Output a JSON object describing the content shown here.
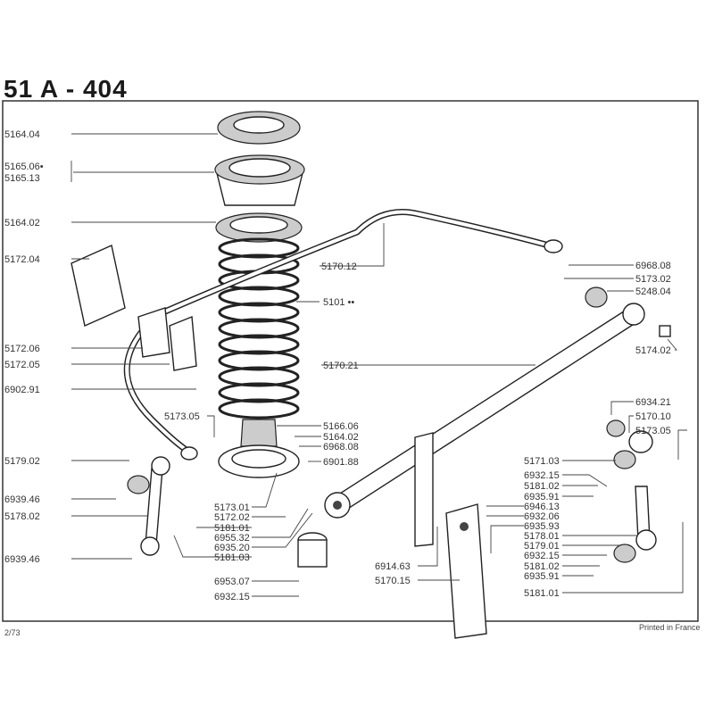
{
  "title": "51 A - 404",
  "footer": {
    "page": "2/73",
    "printed": "Printed in France"
  },
  "labels": {
    "l5164_04": "5164.04",
    "l5165_06": "5165.06•",
    "l5165_13": "5165.13",
    "l5164_02a": "5164.02",
    "l5172_04": "5172.04",
    "l5172_06": "5172.06",
    "l5172_05": "5172.05",
    "l6902_91": "6902.91",
    "l5173_05a": "5173.05",
    "l5179_02": "5179.02",
    "l6939_46a": "6939.46",
    "l5178_02": "5178.02",
    "l6939_46b": "6939.46",
    "l5170_12": "5170.12",
    "l5101": "5101 ••",
    "l5170_21": "5170.21",
    "l5166_06": "5166.06",
    "l5164_02b": "5164.02",
    "l6968_08a": "6968.08",
    "l6901_88": "6901.88",
    "l5173_01": "5173.01",
    "l5172_02": "5172.02",
    "l5181_01a": "5181.01",
    "l6955_32": "6955.32",
    "l6935_20": "6935.20",
    "l5181_03": "5181.03",
    "l6953_07": "6953.07",
    "l6932_15a": "6932.15",
    "l6968_08b": "6968.08",
    "l5173_02": "5173.02",
    "l5248_04": "5248.04",
    "l5174_02": "5174.02",
    "l6934_21": "6934.21",
    "l5170_10": "5170.10",
    "l5173_05b": "5173.05",
    "l5171_03": "5171.03",
    "l6932_15b": "6932.15",
    "l5181_02a": "5181.02",
    "l6935_91a": "6935.91",
    "l6946_13": "6946.13",
    "l6932_06": "6932.06",
    "l6935_93": "6935.93",
    "l5178_01": "5178.01",
    "l5179_01": "5179.01",
    "l6932_15c": "6932.15",
    "l5181_02b": "5181.02",
    "l6935_91b": "6935.91",
    "l5181_01b": "5181.01",
    "l6914_63": "6914.63",
    "l5170_15": "5170.15"
  }
}
